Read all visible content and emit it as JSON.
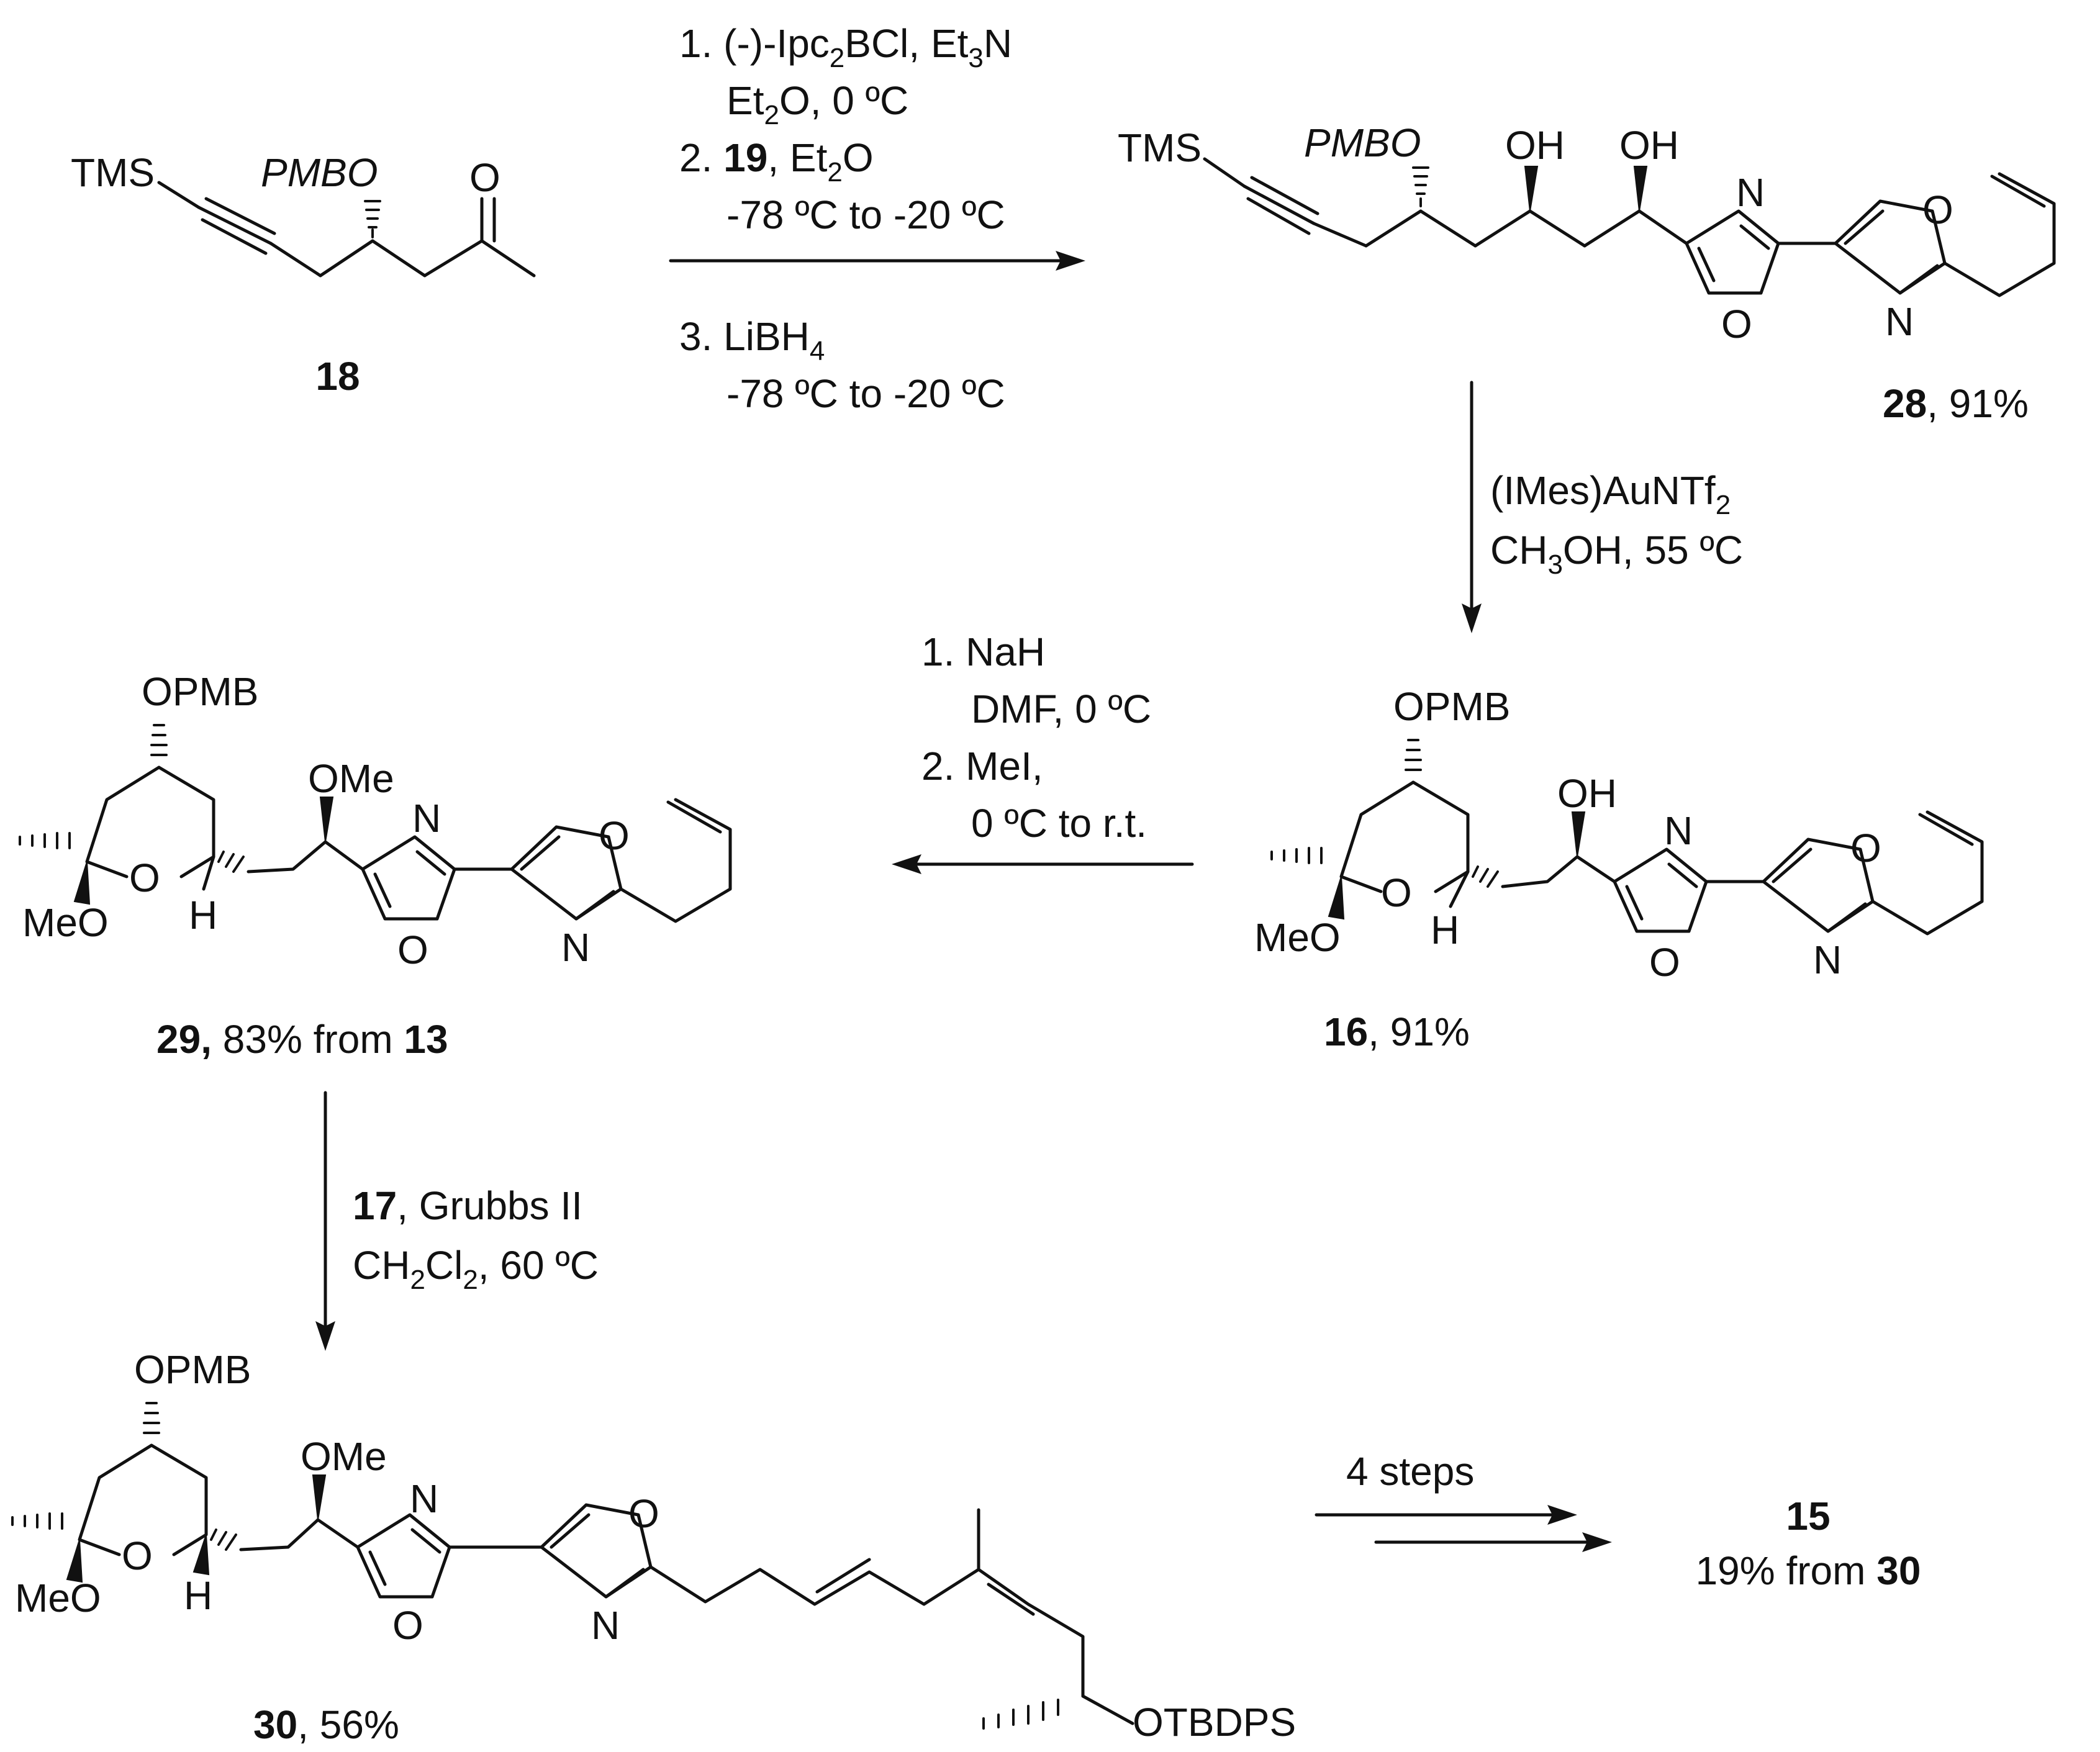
{
  "compounds": {
    "c18": {
      "id": "18",
      "yield": ""
    },
    "c28": {
      "id": "28",
      "yield": ", 91%"
    },
    "c16": {
      "id": "16",
      "yield": ", 91%"
    },
    "c29": {
      "id": "29,",
      "yield": " 83% from ",
      "from": "13"
    },
    "c30": {
      "id": "30",
      "yield": ", 56%"
    },
    "c15": {
      "id": "15",
      "yield": "19% from ",
      "from": "30"
    }
  },
  "atoms": {
    "TMS": "TMS",
    "PMBO": "PMBO",
    "O": "O",
    "OH": "OH",
    "N": "N",
    "OPMB": "OPMB",
    "OMe": "OMe",
    "MeO": "MeO",
    "H": "H",
    "OTBDPS": "OTBDPS"
  },
  "steps": {
    "s1": {
      "l1": "1. (-)-Ipc",
      "l1sub": "2",
      "l1b": "BCl, Et",
      "l1sub2": "3",
      "l1c": "N",
      "l2": "Et",
      "l2sub": "2",
      "l2b": "O, 0 ºC",
      "l3": "2. ",
      "l3b": "19",
      "l3c": ", Et",
      "l3sub": "2",
      "l3d": "O",
      "l4": "-78 ºC to -20 ºC",
      "l5": "3. LiBH",
      "l5sub": "4",
      "l6": "-78 ºC to -20 ºC"
    },
    "s2": {
      "l1": "(IMes)AuNTf",
      "l1sub": "2",
      "l2": "CH",
      "l2sub": "3",
      "l2b": "OH, 55 ºC"
    },
    "s3": {
      "l1": "1. NaH",
      "l2": "DMF,  0 ºC",
      "l3": "2. MeI,",
      "l4": "0 ºC to r.t."
    },
    "s4": {
      "l1b": "17",
      "l1": ", Grubbs II",
      "l2": "CH",
      "l2sub": "2",
      "l2b": "Cl",
      "l2sub2": "2",
      "l2c": ", 60 ºC"
    },
    "s5": {
      "l1": "4 steps"
    }
  }
}
